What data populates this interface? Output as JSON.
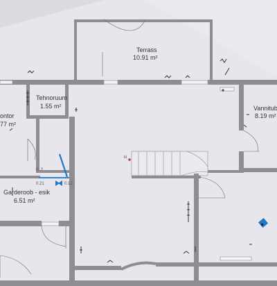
{
  "rooms": {
    "terrass": {
      "name": "Terrass",
      "area": "10.91 m²"
    },
    "tehnoruum": {
      "name": "Tehnoruum",
      "area": "1.55 m²"
    },
    "kontor": {
      "name": "ontor",
      "area": "77 m²"
    },
    "vannituba": {
      "name": "Vannituba",
      "area": "8.19 m²"
    },
    "garderoob": {
      "name": "Garderoob - esik",
      "area": "6.51 m²"
    }
  },
  "annotations": {
    "dim_a": "0. ?",
    "dim_b": "0.21",
    "dim_c": "0.12",
    "stair_mark": "ki"
  },
  "colors": {
    "background": "#e7e6ec",
    "wall": "#8f8c92",
    "thin_line": "#6b6870",
    "marker_blue": "#1f78c4",
    "marker_dark": "#1a2a4a"
  }
}
